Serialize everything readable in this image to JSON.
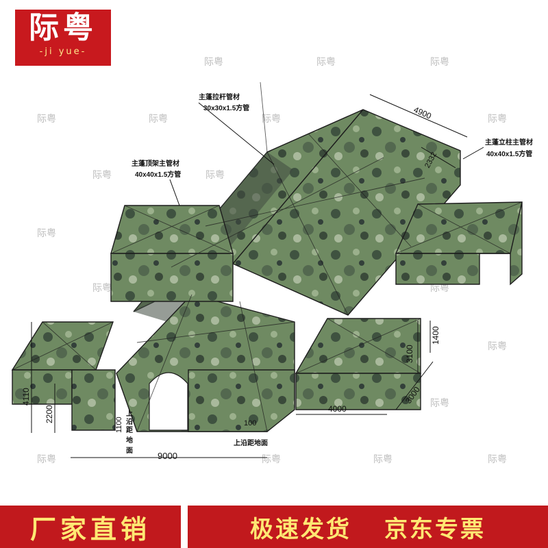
{
  "brand": {
    "name": "际粤",
    "sub": "-ji yue-"
  },
  "watermark": "际粤",
  "labels": {
    "top_beam": [
      "主蓬拉杆管材",
      "30x30x1.5方管"
    ],
    "roof_frame": [
      "主蓬顶架主管材",
      "40x40x1.5方管"
    ],
    "column": [
      "主蓬立柱主管材",
      "40x40x1.5方管"
    ]
  },
  "dims": {
    "width_top": "4900",
    "slant": "2332",
    "h1400": "1400",
    "h3100": "3100",
    "d3000": "3000",
    "w4000": "4000",
    "h4110": "4110",
    "h2200": "2200",
    "h1100": "1100",
    "d100": "100",
    "len9000": "9000"
  },
  "notes": {
    "ground_v": [
      "上",
      "沿",
      "距",
      "地",
      "面"
    ],
    "ground_h": "上沿距地面"
  },
  "banner": {
    "left": "厂家直销",
    "mid": "极速发货",
    "right": "京东专票"
  },
  "colors": {
    "brand_red": "#c8191e",
    "camo_base": "#6f8a62",
    "camo_dark": "#3f5240",
    "banner_text": "#ffe873"
  }
}
